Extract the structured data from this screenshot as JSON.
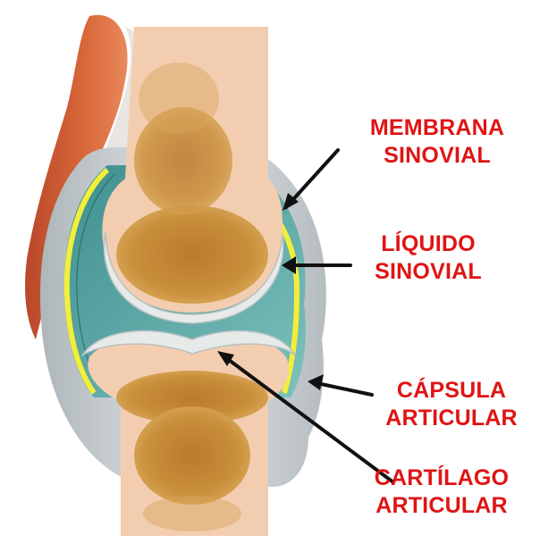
{
  "labels": {
    "membrana_sinovial": {
      "line1": "MEMBRANA",
      "line2": "SINOVIAL"
    },
    "liquido_sinovial": {
      "line1": "LÍQUIDO",
      "line2": "SINOVIAL"
    },
    "capsula_articular": {
      "line1": "CÁPSULA",
      "line2": "ARTICULAR"
    },
    "cartilago_articular": {
      "line1": "CARTÍLAGO",
      "line2": "ARTICULAR"
    }
  },
  "colors": {
    "label_text": "#e01414",
    "arrow": "#111111",
    "bone_cortex": "#f3cdb0",
    "bone_marrow": "#c98f3a",
    "cartilage": "#e6ebea",
    "synovial_fluid": "#5aa9a6",
    "synovial_membrane": "#f2ef3a",
    "joint_capsule": "#c9cfd2",
    "muscle": "#d2643a"
  }
}
